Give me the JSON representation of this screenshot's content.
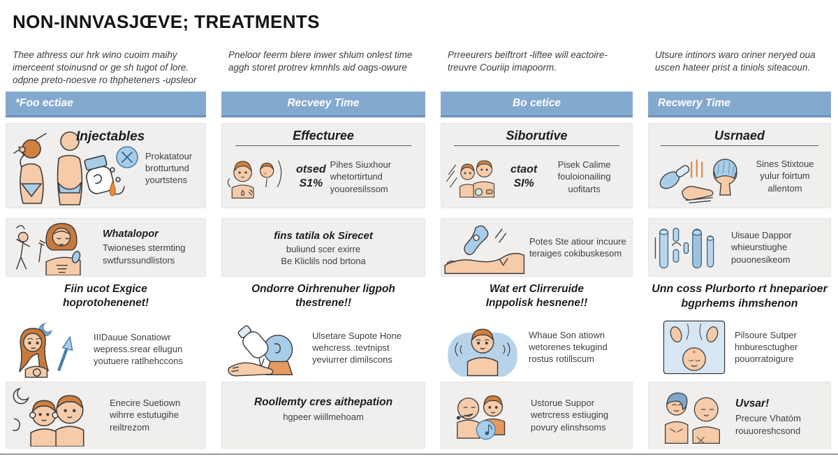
{
  "header": {
    "title": "NON-INNVASJŒVE; TREATMENTS"
  },
  "intros": [
    "Thee athress our hrk wino cuoim maihy imerceent stoinusnd or ge sh tugot of lore. odpne preto-noesve ro thpheteners -upsleor",
    "Pneloor feerm blere inwer shlum onlest time aggh storet protrev kmnhls aid oags-owure",
    "Prreeurers beiftrort -liftee will eactoire- treuvre Couriip imapoorm.",
    "Utsure intinors waro oriner neryed oua uscen hateer prist a tiniols siteacoun."
  ],
  "banners": [
    "*Foo ectiae",
    "Recveey Time",
    "Bo cetice",
    "Recwery Time"
  ],
  "row1": [
    {
      "title": "Injectables",
      "text": "Prokatatour brotturtund yourtstens",
      "illustration": "figures-with-syringe-bottle-drop"
    },
    {
      "title": "Effecturee",
      "stat_line1": "otsed",
      "stat_line2": "S1%",
      "text": "Pihes Siuxhour whetortirtund youoresilssom",
      "illustration": "two-faces-arc"
    },
    {
      "title": "Siborutive",
      "stat_line1": "ctaot",
      "stat_line2": "SI%",
      "text": "Pisek Calime fouloionailing uofitarts",
      "illustration": "two-faces-slashes"
    },
    {
      "title": "Usrnaed",
      "text": "Sines Stixtoue yulur foirtum allentom",
      "illustration": "device-hand-capped-head"
    }
  ],
  "row2": [
    {
      "title": "Whatalopor",
      "text": "Twioneses stermting swtfurssundlistors",
      "illustration": "woman-with-tools"
    },
    {
      "title": "fins tatila ok Sirecet",
      "line1": "buliund scer exirre",
      "line2": "Be Kliclils nod brtona"
    },
    {
      "text": "Potes Ste atiour incuure teraiges cokibuskesom",
      "illustration": "device-on-arm"
    },
    {
      "text": "Uisaue Dappor whieurstiughe pouonesikeom",
      "illustration": "blue-cylinders"
    }
  ],
  "row3": [
    {
      "heading": "Fiin ucot Exgice hoprotohenenet!",
      "text": "IIIDauue Sonatiowr wepress.srear ellugun youtuere ratlhehccons",
      "illustration": "woman-with-arrow"
    },
    {
      "heading": "Ondorre Oirhrenuher ligpoh thestrene!!",
      "text": "Ulsetare Supote Hone wehcress..tevtnipst yeviurrer dimilscons",
      "illustration": "hand-bottle-over-head"
    },
    {
      "heading": "Wat ert Clirreruide Inppolisk hesnene!!",
      "text": "Whaue Son atiown wetorenes tekugind rostus rotillscum",
      "illustration": "man-vibration-blob"
    },
    {
      "heading": "Unn coss Plurborto rt hneparioer bgprhems ihmshenon",
      "text": "Pilsoure Sutper hnburesctugher pouorratoigure",
      "illustration": "person-lying-on-sheet"
    }
  ],
  "row4": [
    {
      "text": "Enecire Suetiown wihrre estutugihe reiltrezom",
      "illustration": "two-faces-moon"
    },
    {
      "title": "Roollemty cres aithepation",
      "text": "hgpeer wiillmehoam"
    },
    {
      "text": "Ustorue Suppor wetrcress estiuging povury elinshsoms",
      "illustration": "two-faces-music-note"
    },
    {
      "title": "Uvsar!",
      "text": "Precure Vhatóm rouuoreshcsond",
      "illustration": "two-figures-blue-hair"
    }
  ],
  "colors": {
    "banner_blue": "#84a9cf",
    "card_gray": "#f0efed",
    "accent_blue": "#a8cde8",
    "skin": "#f6cba9",
    "hair_orange": "#d0803f",
    "drop_orange": "#ea8c3f"
  }
}
